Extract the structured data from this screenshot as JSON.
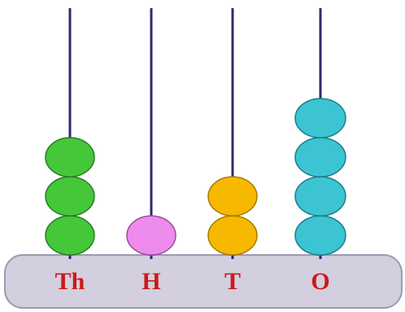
{
  "colors": {
    "rod": "#2e2a6e",
    "base": "#d3cfdf",
    "label": "#cc1a1a"
  },
  "rods": [
    {
      "label": "Th",
      "beads": 3,
      "bead_color": "#44c83a",
      "bead_stroke": "#2a7a22"
    },
    {
      "label": "H",
      "beads": 1,
      "bead_color": "#ee8cee",
      "bead_stroke": "#9a4a9a"
    },
    {
      "label": "T",
      "beads": 2,
      "bead_color": "#f7b800",
      "bead_stroke": "#a77a00"
    },
    {
      "label": "O",
      "beads": 4,
      "bead_color": "#3cc4d2",
      "bead_stroke": "#1f7d88"
    }
  ]
}
